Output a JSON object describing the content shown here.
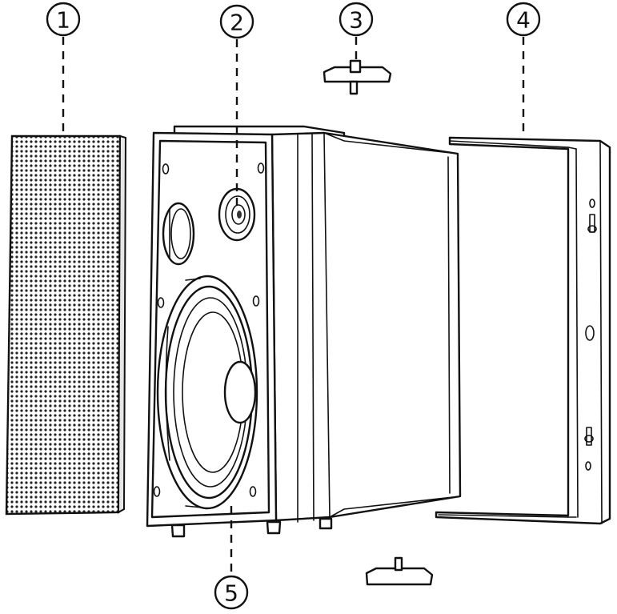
{
  "callouts": [
    {
      "label": "1",
      "part": "grille"
    },
    {
      "label": "2",
      "part": "tweeter"
    },
    {
      "label": "3",
      "part": "mounting-knob"
    },
    {
      "label": "4",
      "part": "wall-bracket"
    },
    {
      "label": "5",
      "part": "speaker-cabinet"
    }
  ],
  "colors": {
    "line": "#111111",
    "background": "#ffffff"
  }
}
